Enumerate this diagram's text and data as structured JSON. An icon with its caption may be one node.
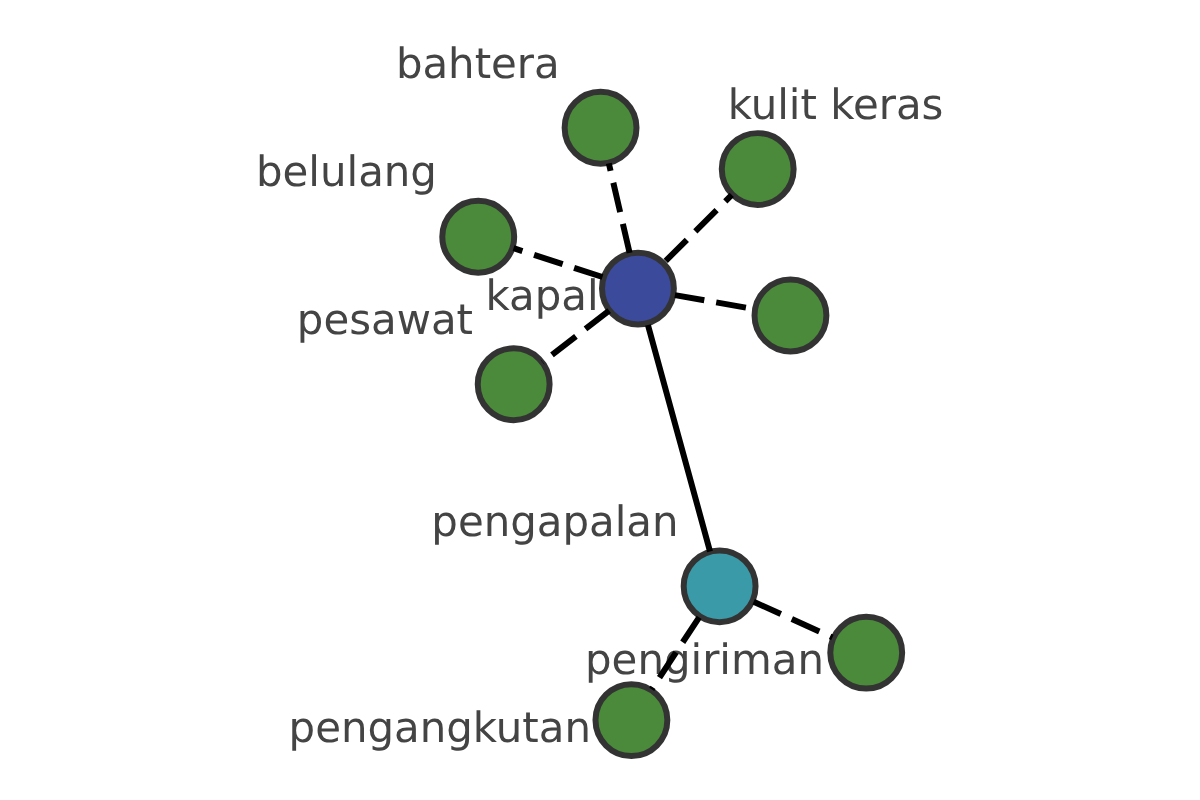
{
  "diagram": {
    "nodes": [
      {
        "text": [
          "kapal"
        ]
      },
      {
        "text": [],
        "shape": "circle"
      },
      {
        "text": [
          "pesawat"
        ]
      },
      {
        "text": [
          "belulang"
        ]
      },
      {
        "text": [
          "kulit keras"
        ]
      },
      {
        "text": [
          "bahtera"
        ]
      },
      {
        "text": [
          "pengapalan"
        ]
      },
      {
        "text": [
          "pengiriman"
        ]
      },
      {
        "text": [
          "pengangkutan"
        ]
      }
    ],
    "edges": [
      {
        "from": 0,
        "to": 1,
        "arrow": "none",
        "style": "dashed"
      },
      {
        "from": 0,
        "to": 2,
        "arrow": "none",
        "style": "dashed"
      },
      {
        "from": 0,
        "to": 3,
        "arrow": "none",
        "style": "dashed"
      },
      {
        "from": 0,
        "to": 4,
        "arrow": "none",
        "style": "dashed"
      },
      {
        "from": 0,
        "to": 5,
        "arrow": "none",
        "style": "dashed"
      },
      {
        "from": 0,
        "to": 6,
        "arrow": "none"
      },
      {
        "from": 6,
        "to": 7,
        "arrow": "none",
        "style": "dashed"
      },
      {
        "from": 6,
        "to": 8,
        "arrow": "none",
        "style": "dashed"
      }
    ]
  }
}
